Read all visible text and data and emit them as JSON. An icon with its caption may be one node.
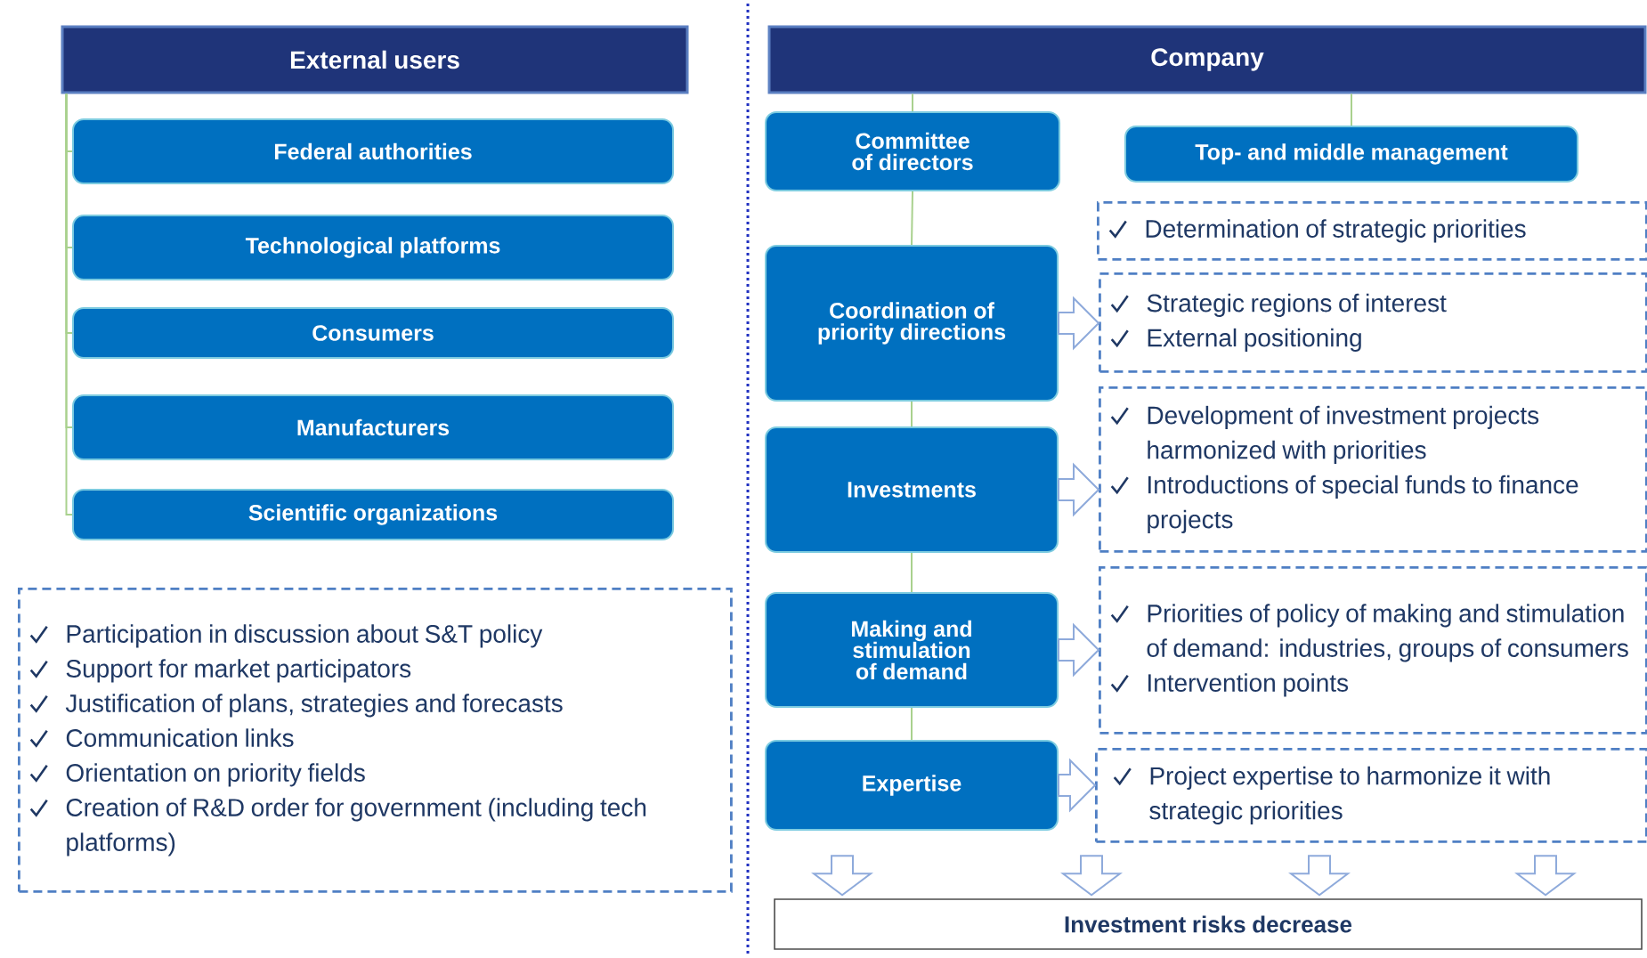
{
  "diagram": {
    "nodes": [
      {
        "text": [
          "External users"
        ]
      },
      {
        "text": [
          "Federal authorities"
        ]
      },
      {
        "text": [
          "Technological platforms"
        ]
      },
      {
        "text": [
          "Consumers"
        ]
      },
      {
        "text": [
          "Manufacturers"
        ]
      },
      {
        "text": [
          "Scientific organizations"
        ]
      },
      {
        "text": [
          "Participation in discussion about S&T policy",
          "Support for market participators",
          "Justification of plans, strategies and forecasts",
          "Communication links",
          "Orientation on priority fields",
          "Creation of R&D order for government (including tech platforms)"
        ]
      },
      {
        "text": [
          "Company"
        ]
      },
      {
        "text": [
          "Committee of directors"
        ]
      },
      {
        "text": [
          "Top- and middle management"
        ]
      },
      {
        "text": [
          "Determination of strategic priorities"
        ]
      },
      {
        "text": [
          "Coordination of priority directions"
        ]
      },
      {
        "text": [
          "Strategic regions of interest",
          "External positioning"
        ]
      },
      {
        "text": [
          "Investments"
        ]
      },
      {
        "text": [
          "Development of investment projects harmonized with priorities",
          "Introductions of special funds to finance projects"
        ]
      },
      {
        "text": [
          "Making and stimulation of demand"
        ]
      },
      {
        "text": [
          "Priorities of policy of making and stimulation of demand: industries, groups of consumers",
          "Intervention points"
        ]
      },
      {
        "text": [
          "Expertise"
        ]
      },
      {
        "text": [
          "Project expertise to harmonize it with strategic priorities"
        ]
      },
      {
        "text": [
          "Investment risks decrease"
        ]
      }
    ],
    "edges": [
      {
        "from": 0,
        "to": 1,
        "arrow": "none"
      },
      {
        "from": 0,
        "to": 2,
        "arrow": "none"
      },
      {
        "from": 0,
        "to": 3,
        "arrow": "none"
      },
      {
        "from": 0,
        "to": 4,
        "arrow": "none"
      },
      {
        "from": 0,
        "to": 5,
        "arrow": "none"
      },
      {
        "from": 7,
        "to": 8,
        "arrow": "none"
      },
      {
        "from": 7,
        "to": 9,
        "arrow": "none"
      },
      {
        "from": 8,
        "to": 11,
        "arrow": "none"
      },
      {
        "from": 11,
        "to": 13,
        "arrow": "none"
      },
      {
        "from": 13,
        "to": 15,
        "arrow": "none"
      },
      {
        "from": 15,
        "to": 17,
        "arrow": "none"
      },
      {
        "from": 11,
        "to": 12,
        "arrow": "to",
        "color": "#8eaadb"
      },
      {
        "from": 13,
        "to": 14,
        "arrow": "to",
        "color": "#8eaadb"
      },
      {
        "from": 15,
        "to": 16,
        "arrow": "to",
        "color": "#8eaadb"
      },
      {
        "from": 17,
        "to": 18,
        "arrow": "to",
        "color": "#8eaadb"
      },
      {
        "from": null,
        "to": 19,
        "arrow": "to",
        "color": "#8eaadb"
      },
      {
        "from": null,
        "to": 19,
        "arrow": "to",
        "color": "#8eaadb"
      },
      {
        "from": null,
        "to": 19,
        "arrow": "to",
        "color": "#8eaadb"
      },
      {
        "from": null,
        "to": 19,
        "arrow": "to",
        "color": "#8eaadb"
      }
    ]
  }
}
